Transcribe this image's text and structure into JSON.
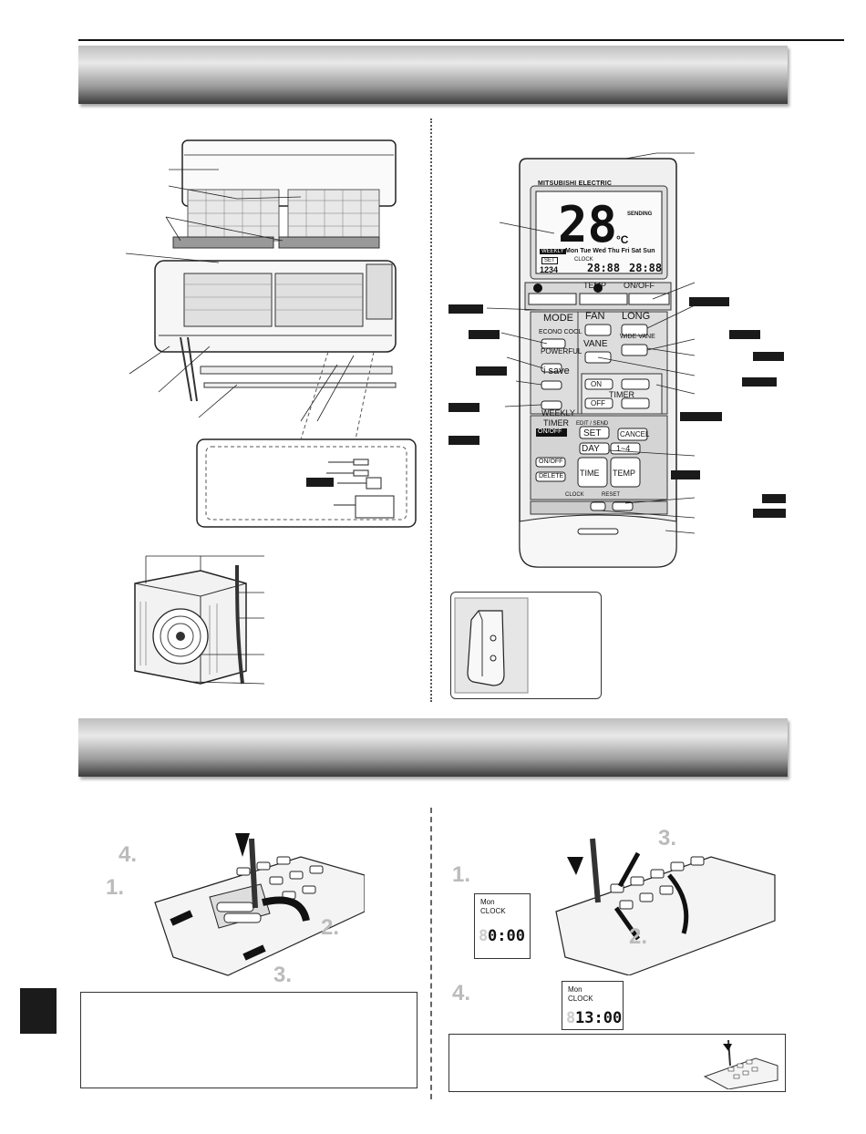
{
  "remote": {
    "brand": "MITSUBISHI ELECTRIC",
    "display": {
      "temp": "28",
      "unit": "°C",
      "sending": "SENDING",
      "weekly": "WEEKLY",
      "set": "SET",
      "days": "Mon Tue Wed Thu Fri Sat Sun",
      "clock": "CLOCK",
      "on": "ON",
      "off": "OFF",
      "nums": "1234",
      "t1": "28:88",
      "t2": "28:88"
    },
    "temp_label": "TEMP",
    "onoff_label": "ON/OFF",
    "mode": "MODE",
    "fan": "FAN",
    "long": "LONG",
    "econo": "ECONO COOL",
    "vane": "VANE",
    "wide_vane": "WIDE VANE",
    "powerful": "POWERFUL",
    "isave": "i save",
    "timer_on": "ON",
    "timer_off": "OFF",
    "timer": "TIMER",
    "weekly1": "WEEKLY",
    "weekly2": "TIMER",
    "weekly_onoff": "ON/OFF",
    "edit_send": "EDIT / SEND",
    "set": "SET",
    "cancel": "CANCEL",
    "day": "DAY",
    "range": "1~4",
    "onoff2": "ON/OFF",
    "delete": "DELETE",
    "time": "TIME",
    "temp2": "TEMP",
    "clock_label": "CLOCK",
    "reset_label": "RESET"
  },
  "battery": {
    "steps": [
      "4.",
      "1.",
      "2.",
      "3."
    ]
  },
  "clock_setting": {
    "steps": [
      "3.",
      "1.",
      "2.",
      "4."
    ],
    "lcd1": {
      "day": "Mon",
      "label": "CLOCK",
      "time": "0:00",
      "hour_dim": "8"
    },
    "lcd2": {
      "day": "Mon",
      "label": "CLOCK",
      "time": "13:00",
      "hour_dim": "8"
    }
  }
}
